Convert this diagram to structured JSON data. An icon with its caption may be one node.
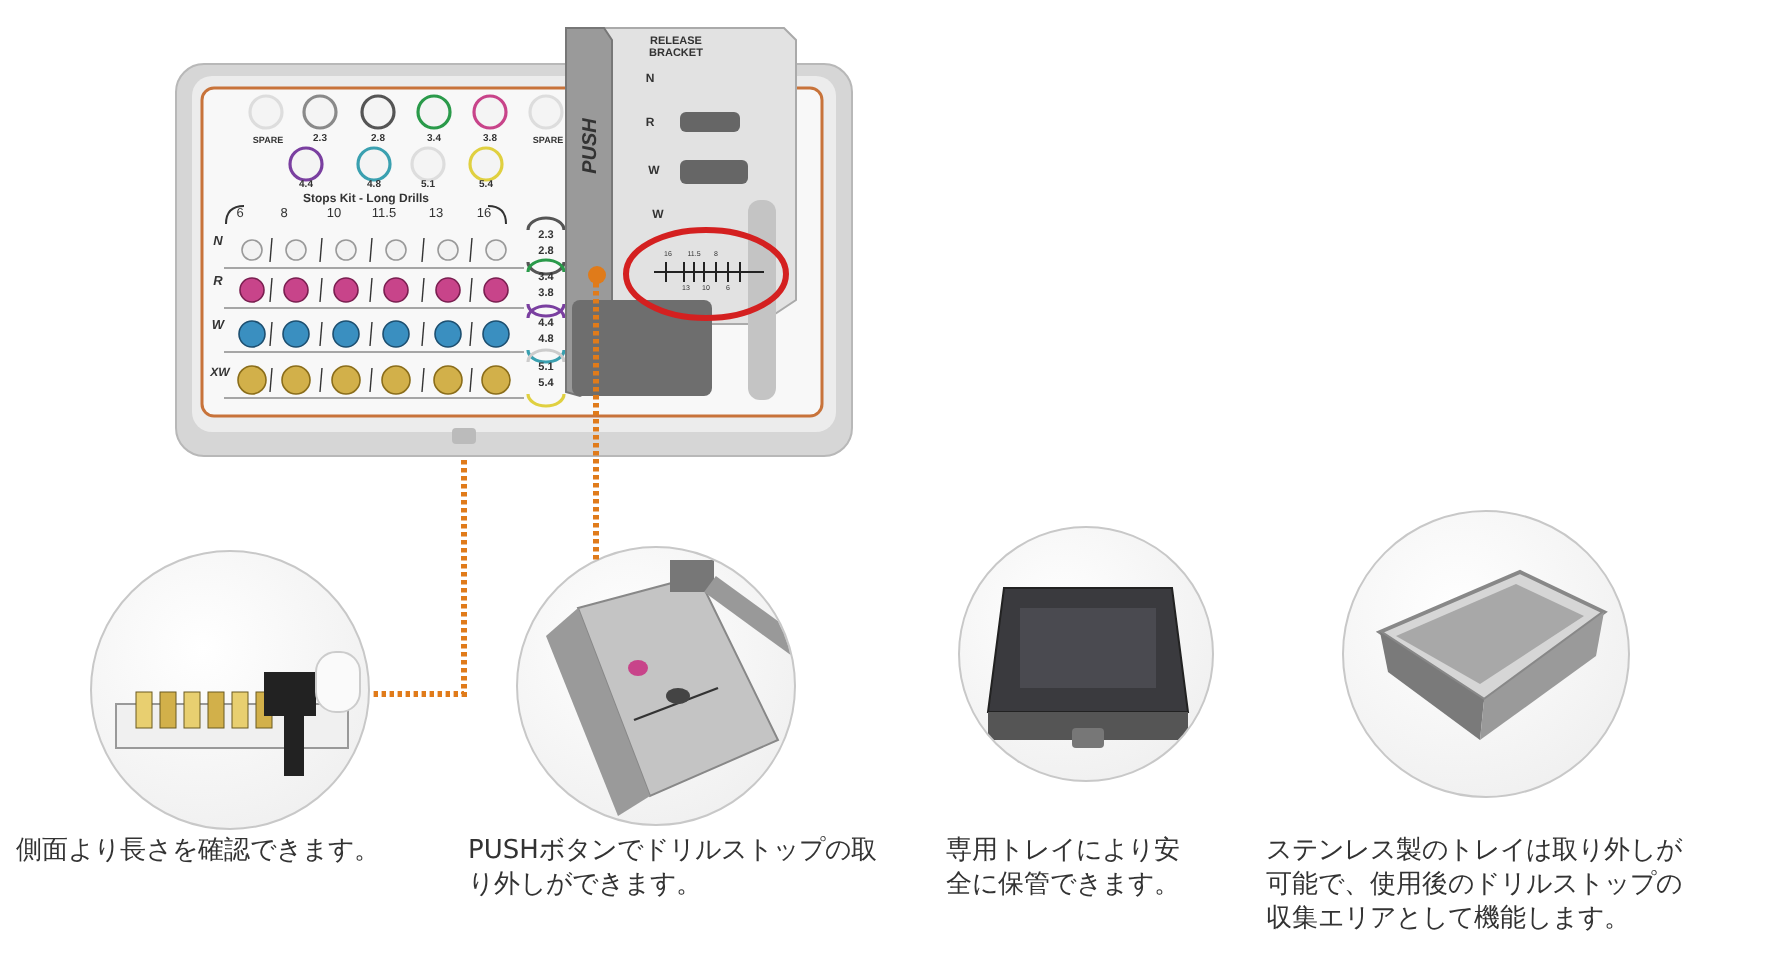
{
  "diagram": {
    "nodes": [
      {
        "text": [],
        "shape": "picture"
      },
      {
        "text": [],
        "shape": "circle",
        "in": 0
      },
      {
        "text": [],
        "shape": "picture",
        "beside": [
          "側面より長さを確認できます。"
        ]
      },
      {
        "text": [],
        "shape": "picture",
        "beside": [
          "PUSHボタンでドリルストップの取り外しができます。"
        ]
      },
      {
        "text": [],
        "shape": "picture",
        "beside": [
          "専用トレイにより安全に保管できます。"
        ]
      },
      {
        "text": [],
        "shape": "picture",
        "beside": [
          "ステンレス製のトレイは取り外しが可能で、使用後のドリルストップの収集エリアとして機能します。"
        ]
      }
    ],
    "edges": [
      {
        "from": 0,
        "to": 2,
        "arrow": "none",
        "style": "dashed"
      },
      {
        "from": 1,
        "to": 3,
        "arrow": "none",
        "style": "dashed"
      }
    ],
    "labels": [
      "RELEASE BRACKET",
      "N",
      "R",
      "W",
      "W",
      "PUSH",
      "SPARE",
      "2.3",
      "2.8",
      "3.4",
      "3.8",
      "SPARE",
      "4.4",
      "4.8",
      "5.1",
      "5.4",
      "Stops Kit - Long Drills",
      "6",
      "8",
      "10",
      "11.5",
      "13",
      "16",
      "N",
      "R",
      "W",
      "XW",
      "2.3",
      "2.8",
      "3.4",
      "3.8",
      "4.4",
      "4.8",
      "5.1",
      "5.4",
      "16",
      "11.5",
      "8",
      "13",
      "10",
      "6"
    ]
  }
}
